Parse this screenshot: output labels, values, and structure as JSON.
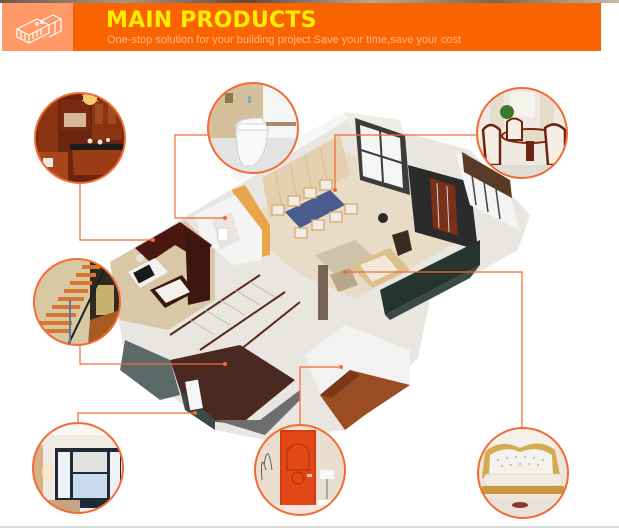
{
  "header": {
    "title": "MAIN PRODUCTS",
    "subtitle": "One-stop solution for your building project Save your time,save your cost",
    "icon": "kitchen-cabinet-outline-icon"
  },
  "colors": {
    "banner": "#fa6400",
    "icon_box": "#ff9966",
    "title": "#ffee00",
    "subtitle": "#ffb58a",
    "connector": "#f26b32"
  },
  "hero": {
    "description": "3D isometric floor plan cutaway of a house with kitchen, bathroom, dining area, living room, staircase and entry"
  },
  "products": [
    {
      "id": "kitchen",
      "name": "Kitchen cabinets",
      "image": "wood kitchen with island and chandelier"
    },
    {
      "id": "toilet",
      "name": "Sanitary ware",
      "image": "white smart toilet"
    },
    {
      "id": "dining",
      "name": "Dining furniture",
      "image": "round dining table with carved chairs"
    },
    {
      "id": "stairs",
      "name": "Staircase",
      "image": "floating wood stairs with railing"
    },
    {
      "id": "window",
      "name": "Windows",
      "image": "aluminum window with blinds"
    },
    {
      "id": "door",
      "name": "Interior doors",
      "image": "red-orange wooden door"
    },
    {
      "id": "sofa",
      "name": "Sofa",
      "image": "white tufted sofa with gold frame"
    }
  ]
}
